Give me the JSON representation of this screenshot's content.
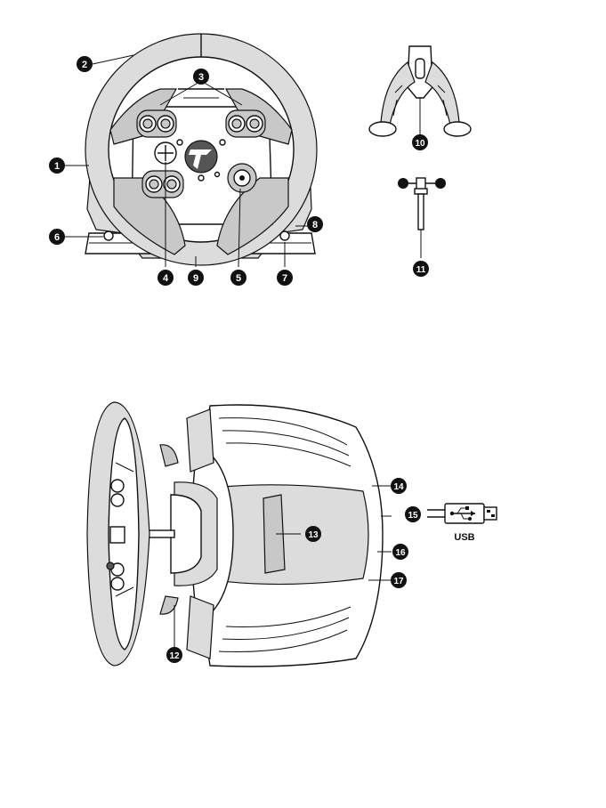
{
  "colors": {
    "line": "#111111",
    "fill_gray": "#c8c8c8",
    "fill_light": "#dcdcdc",
    "badge": "#111111",
    "badge_text": "#ffffff"
  },
  "callouts": [
    "1",
    "2",
    "3",
    "4",
    "5",
    "6",
    "7",
    "8",
    "9",
    "10",
    "11",
    "12",
    "13",
    "14",
    "15",
    "16",
    "17"
  ],
  "usb_label": "USB",
  "icons": {
    "usb_symbol": "usb-icon",
    "logo": "tmx-logo-icon"
  }
}
